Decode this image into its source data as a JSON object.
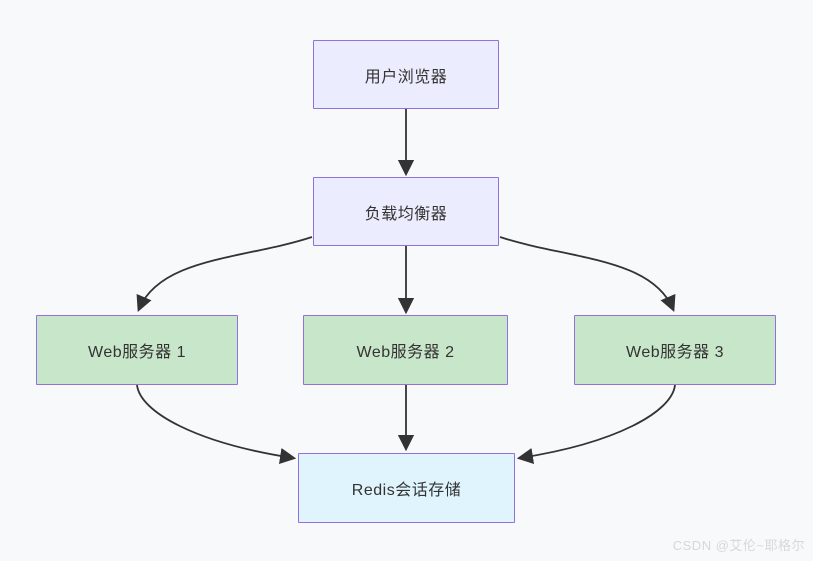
{
  "diagram": {
    "type": "flowchart",
    "background_color": "#f8f9fa",
    "node_border_color": "#9370db",
    "edge_color": "#333333",
    "text_color": "#333333",
    "nodes": {
      "browser": {
        "label": "用户浏览器",
        "fill": "#ececff"
      },
      "load_balancer": {
        "label": "负载均衡器",
        "fill": "#ececff"
      },
      "web1": {
        "label": "Web服务器 1",
        "fill": "#c8e6c9"
      },
      "web2": {
        "label": "Web服务器 2",
        "fill": "#c8e6c9"
      },
      "web3": {
        "label": "Web服务器 3",
        "fill": "#c8e6c9"
      },
      "redis": {
        "label": "Redis会话存储",
        "fill": "#e0f4fd"
      }
    },
    "edges": [
      {
        "from": "browser",
        "to": "load_balancer"
      },
      {
        "from": "load_balancer",
        "to": "web1"
      },
      {
        "from": "load_balancer",
        "to": "web2"
      },
      {
        "from": "load_balancer",
        "to": "web3"
      },
      {
        "from": "web1",
        "to": "redis"
      },
      {
        "from": "web2",
        "to": "redis"
      },
      {
        "from": "web3",
        "to": "redis"
      }
    ]
  },
  "watermark": {
    "text": "CSDN @艾伦~耶格尔",
    "color": "#d8d8d8"
  }
}
